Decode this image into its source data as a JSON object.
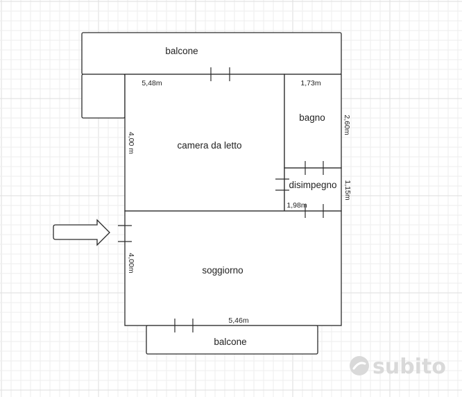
{
  "rooms": {
    "balcone_top": "balcone",
    "camera": "camera da letto",
    "bagno": "bagno",
    "disimpegno": "disimpegno",
    "soggiorno": "soggiorno",
    "balcone_bottom": "balcone"
  },
  "dimensions": {
    "camera_width": "5,48m",
    "camera_height": "4,00 m",
    "bagno_width": "1,73m",
    "bagno_height": "2,60m",
    "disimpegno_height": "1,15m",
    "disimpegno_width": "1,98m",
    "soggiorno_height": "4,00m",
    "soggiorno_width": "5,46m"
  },
  "watermark": {
    "text": "subito"
  },
  "colors": {
    "line": "#2a2a2a",
    "grid_minor": "#eeeeee",
    "grid_major": "#dedede",
    "watermark": "#d9d9d9"
  }
}
